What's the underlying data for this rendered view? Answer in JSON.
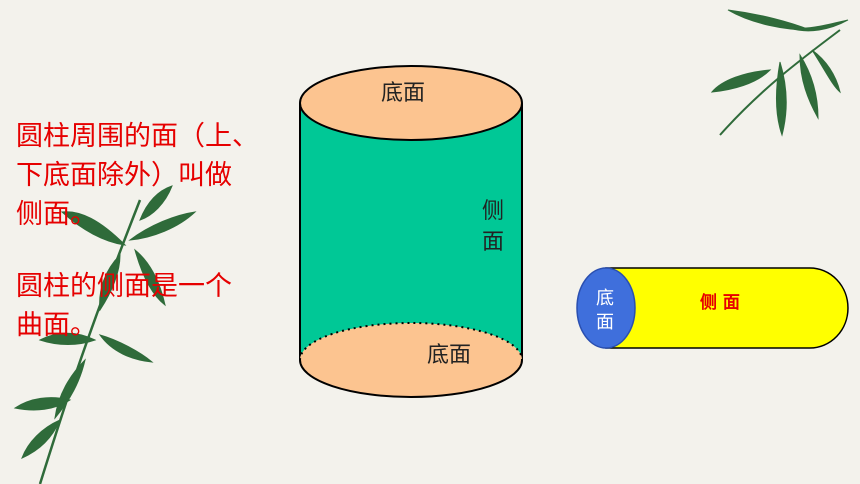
{
  "description": {
    "line1": "圆柱周围的面（上、",
    "line2": "下底面除外）叫做",
    "line3": "侧面。",
    "line4": "圆柱的侧面是一个",
    "line5": "曲面。"
  },
  "cylinder_vertical": {
    "top_label": "底面",
    "side_label_1": "侧",
    "side_label_2": "面",
    "bottom_label": "底面",
    "side_color": "#00c896",
    "base_color": "#fcc490"
  },
  "cylinder_horizontal": {
    "end_label_1": "底",
    "end_label_2": "面",
    "side_label": "侧 面",
    "end_color": "#3f6fdc",
    "side_color": "#ffff00"
  },
  "decoration": {
    "leaf_color": "#2f6b3a"
  }
}
